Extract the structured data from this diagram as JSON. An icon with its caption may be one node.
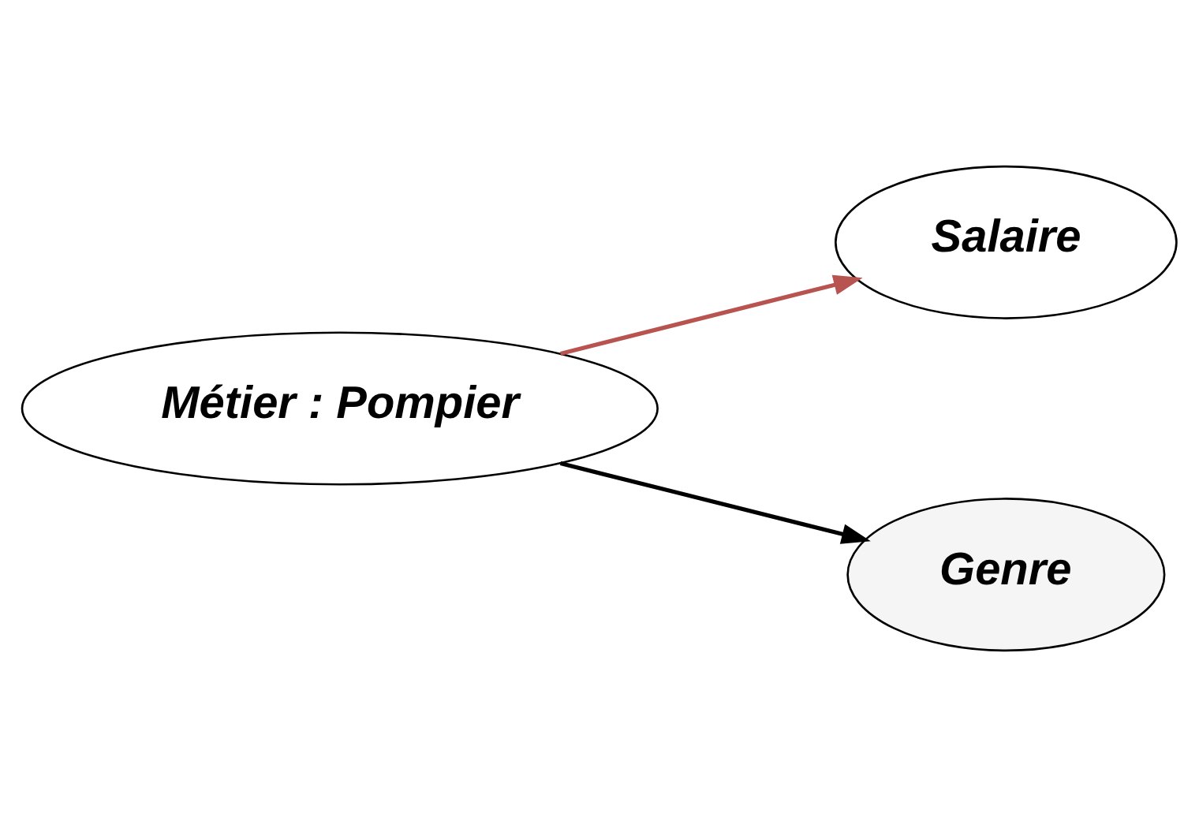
{
  "diagram": {
    "nodes": [
      {
        "text": [
          "Métier : Pompier"
        ]
      },
      {
        "text": [
          "Salaire"
        ]
      },
      {
        "text": [
          "Genre"
        ]
      }
    ],
    "edges": [
      {
        "from": 0,
        "to": 1,
        "arrow": "to",
        "color": "#b85450"
      },
      {
        "from": 0,
        "to": 2,
        "arrow": "to",
        "color": "#000000"
      }
    ]
  }
}
